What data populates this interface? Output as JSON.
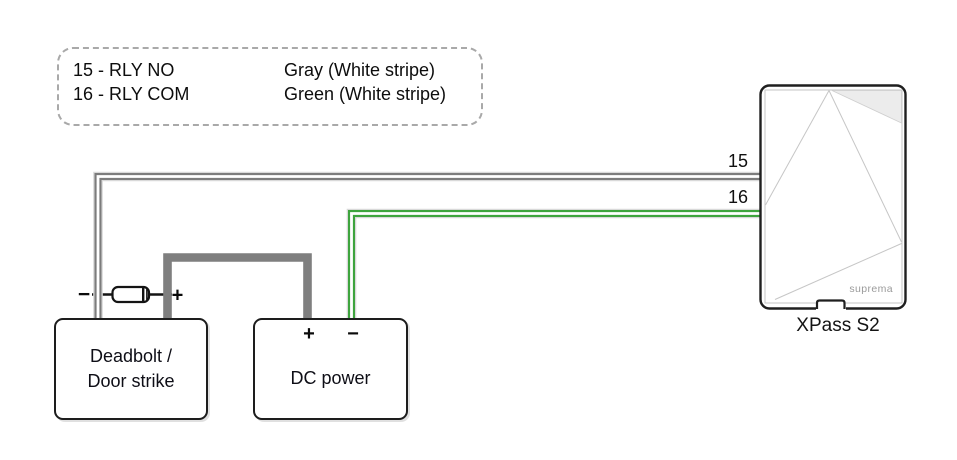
{
  "legend": {
    "rows": [
      {
        "pin": "15 - RLY NO",
        "wire": "Gray (White stripe)"
      },
      {
        "pin": "16 - RLY COM",
        "wire": "Green (White stripe)"
      }
    ]
  },
  "wire_labels": {
    "relay_no": "15",
    "relay_com": "16"
  },
  "colors": {
    "gray_wire": "#7c7c7c",
    "green_wire": "#3ea43e",
    "wire_stripe": "#ffffff",
    "wire_outline": "#d9d9d9",
    "thick_power_wire": "#7f7f7f"
  },
  "deadbolt_box": {
    "line1": "Deadbolt /",
    "line2": "Door strike",
    "minus_terminal": "−",
    "plus_terminal": "+"
  },
  "dc_power_box": {
    "label": "DC power",
    "plus_terminal": "+",
    "minus_terminal": "−"
  },
  "device": {
    "brand": "suprema",
    "model_label": "XPass S2"
  }
}
